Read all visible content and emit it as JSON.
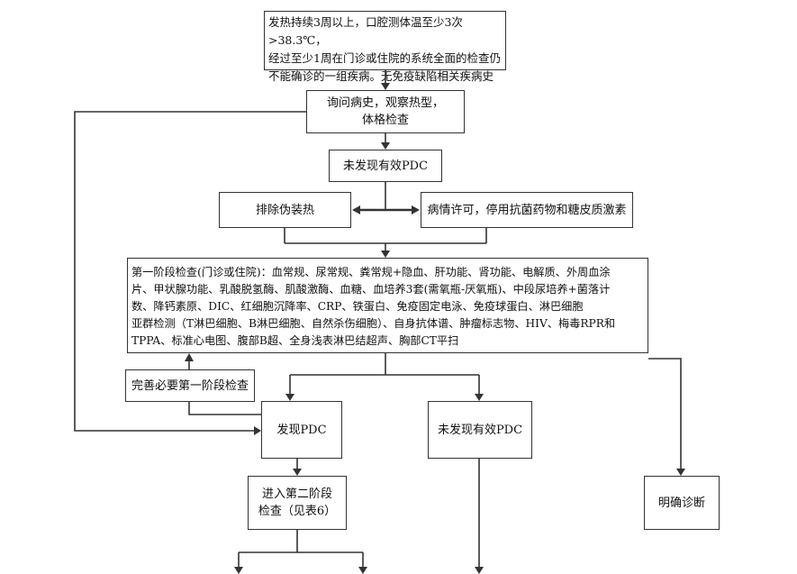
{
  "nodes": {
    "definition": "发热持续3周以上，口腔测体温至少3次>38.3℃，\n经过至少1周在门诊或住院的系统全面的检查仍\n不能确诊的一组疾病。无免疫缺陷相关疾病史",
    "history": "询问病史，观察热型，\n体格检查",
    "no_pdc_1": "未发现有效PDC",
    "exclude_fake": "排除伪装热",
    "stop_drugs": "病情许可，停用抗菌药物和糖皮质激素",
    "stage1": "第一阶段检查(门诊或住院)：血常规、尿常规、粪常规+隐血、肝功能、肾功能、电解质、外周血涂\n片、甲状腺功能、乳酸脱氢酶、肌酸激酶、血糖、血培养3套(需氧瓶-厌氧瓶)、中段尿培养+菌落计\n数、降钙素原、DIC、红细胞沉降率、CRP、铁蛋白、免疫固定电泳、免疫球蛋白、淋巴细胞\n亚群检测（T淋巴细胞、B淋巴细胞、自然杀伤细胞）、自身抗体谱、肿瘤标志物、HIV、梅毒RPR和\nTPPA、标准心电图、腹部B超、全身浅表淋巴结超声、胸部CT平扫",
    "complete_stage1": "完善必要第一阶段检查",
    "found_pdc": "发现PDC",
    "no_pdc_2": "未发现有效PDC",
    "stage2": "进入第二阶段\n检查（见表6）",
    "diagnosis": "明确诊断"
  },
  "colors": {
    "line": "#333333",
    "border": "#333333",
    "text": "#111111"
  }
}
